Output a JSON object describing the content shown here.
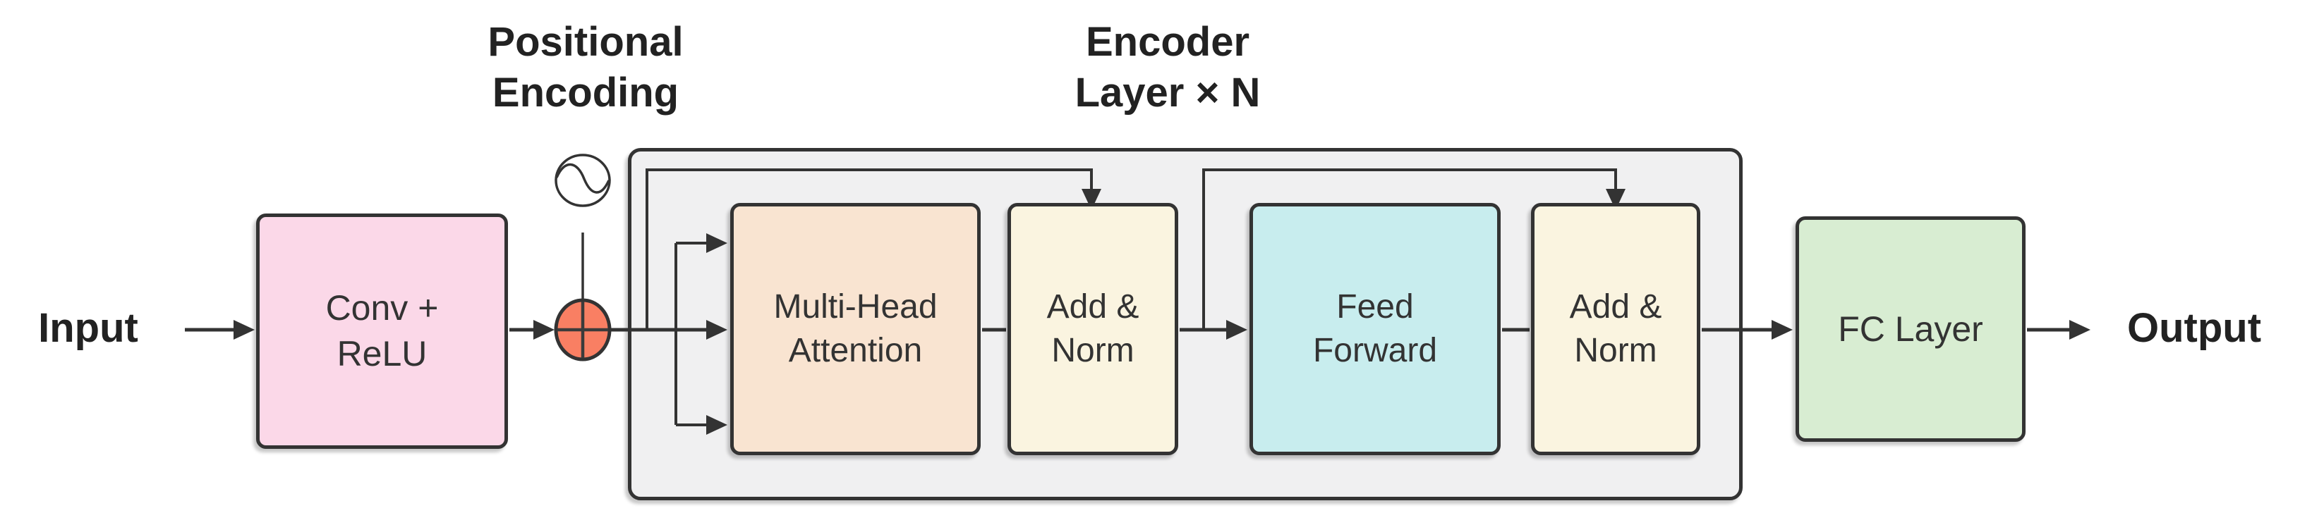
{
  "labels": {
    "input": "Input",
    "output": "Output",
    "positional_encoding": "Positional\nEncoding",
    "encoder_layer": "Encoder\nLayer × N"
  },
  "nodes": {
    "conv_relu": "Conv +\nReLU",
    "multi_head_attention": "Multi-Head\nAttention",
    "add_norm_1": "Add &\nNorm",
    "feed_forward": "Feed\nForward",
    "add_norm_2": "Add &\nNorm",
    "fc_layer": "FC Layer"
  },
  "icons": {
    "sine_wave": "sine-wave-icon",
    "plus_circle": "plus-circle-node"
  },
  "colors": {
    "conv_fill": "#fbd8e8",
    "mha_fill": "#f9e4d1",
    "add_norm_fill": "#faf4e0",
    "feed_forward_fill": "#c8edee",
    "fc_fill": "#d8edd2",
    "encoder_container_fill": "#f0f0f1",
    "plus_node_fill": "#f97f63",
    "line": "#333333",
    "text": "#333333"
  }
}
